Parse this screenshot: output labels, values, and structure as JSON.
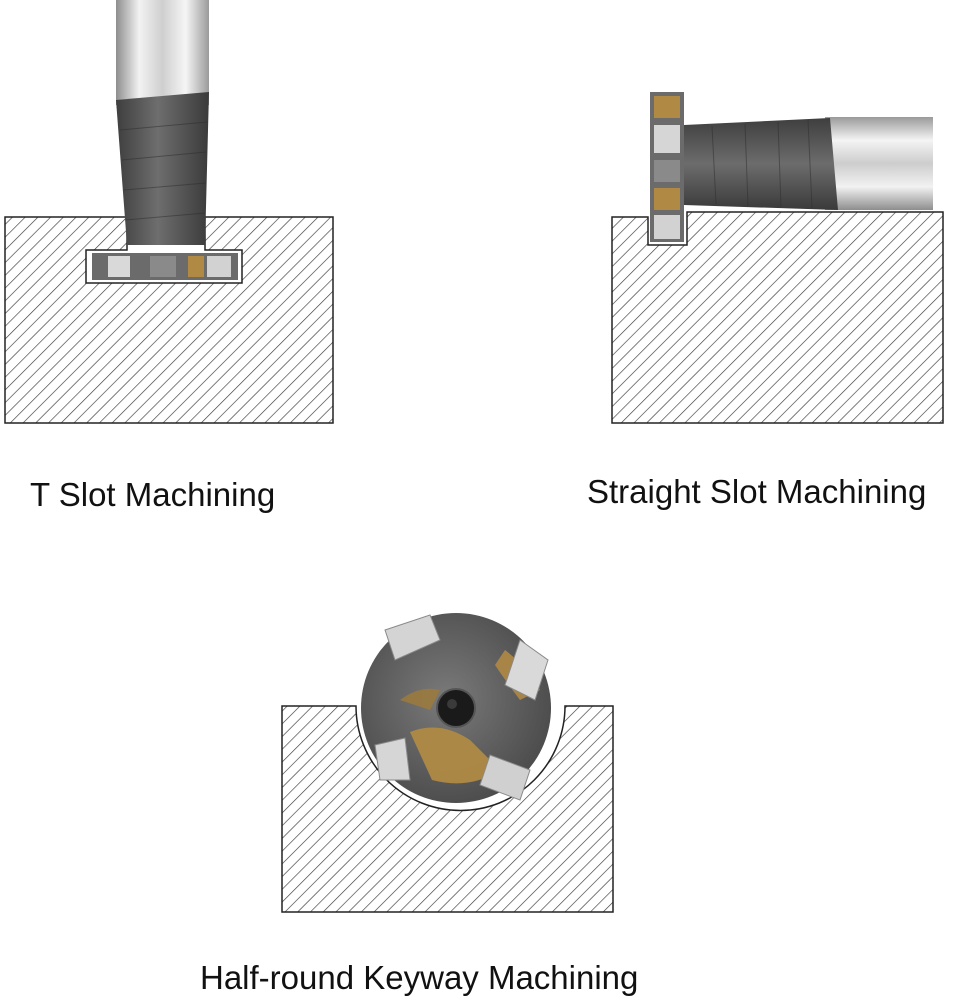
{
  "captions": {
    "t_slot": "T Slot Machining",
    "straight_slot": "Straight Slot Machining",
    "half_round": "Half-round Keyway Machining"
  },
  "colors": {
    "hatch": "#3a3a3a",
    "outline": "#222222",
    "shank_light": "#e2e2e2",
    "shank_dark": "#9a9a9a",
    "body_dark": "#4d4d4d",
    "body_mid": "#6a6a6a",
    "brass": "#b08a45",
    "carbide": "#d7d7d7"
  }
}
